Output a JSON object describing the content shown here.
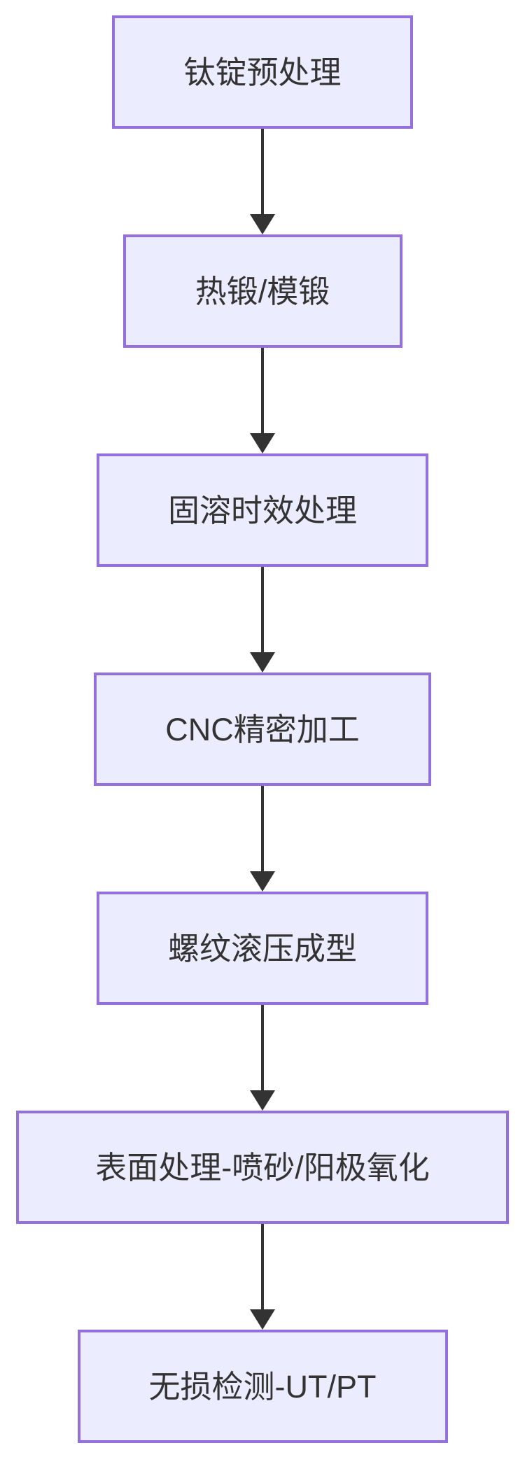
{
  "diagram": {
    "type": "flowchart",
    "direction": "top-down",
    "nodes": [
      {
        "label": "钛锭预处理"
      },
      {
        "label": "热锻/模锻"
      },
      {
        "label": "固溶时效处理"
      },
      {
        "label": "CNC精密加工"
      },
      {
        "label": "螺纹滚压成型"
      },
      {
        "label": "表面处理-喷砂/阳极氧化"
      },
      {
        "label": "无损检测-UT/PT"
      }
    ],
    "edges": [
      {
        "from": "钛锭预处理",
        "to": "热锻/模锻"
      },
      {
        "from": "热锻/模锻",
        "to": "固溶时效处理"
      },
      {
        "from": "固溶时效处理",
        "to": "CNC精密加工"
      },
      {
        "from": "CNC精密加工",
        "to": "螺纹滚压成型"
      },
      {
        "from": "螺纹滚压成型",
        "to": "表面处理-喷砂/阳极氧化"
      },
      {
        "from": "表面处理-喷砂/阳极氧化",
        "to": "无损检测-UT/PT"
      }
    ],
    "colors": {
      "node_fill": "#ECECFF",
      "node_border": "#9370DB",
      "arrow": "#333333",
      "text": "#333333",
      "background": "#FFFFFF"
    }
  }
}
